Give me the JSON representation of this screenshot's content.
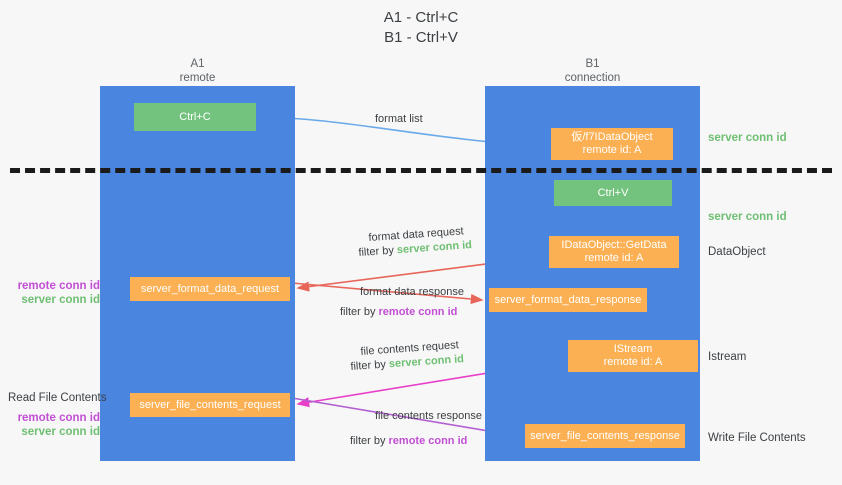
{
  "title": {
    "line1": "A1 - Ctrl+C",
    "line2": "B1 - Ctrl+V"
  },
  "columns": {
    "left": {
      "name": "A1",
      "role": "remote"
    },
    "right": {
      "name": "B1",
      "role": "connection"
    }
  },
  "nodes": {
    "ctrl_c": {
      "label": "Ctrl+C",
      "color": "#73c37e"
    },
    "data_object": {
      "line1": "仮/f7IDataObject",
      "line2": "remote id: A",
      "color": "#fbb054"
    },
    "ctrl_v": {
      "label": "Ctrl+V",
      "color": "#73c37e"
    },
    "get_data": {
      "line1": "IDataObject::GetData",
      "line2": "remote id: A",
      "color": "#fbb054"
    },
    "istream": {
      "line1": "IStream",
      "line2": "remote id: A",
      "color": "#fbb054"
    },
    "server_format_data_request": {
      "label": "server_format_data_request",
      "color": "#fbb054"
    },
    "server_format_data_response": {
      "label": "server_format_data_response",
      "color": "#fbb054"
    },
    "server_file_contents_request": {
      "label": "server_file_contents_request",
      "color": "#fbb054"
    },
    "server_file_contents_response": {
      "label": "server_file_contents_response",
      "color": "#fbb054"
    }
  },
  "edges": {
    "format_list": "format list",
    "format_data_request": "format data request",
    "format_data_request_filter_prefix": "filter by ",
    "format_data_request_filter_key": "server conn id",
    "format_data_response": "format data response",
    "format_data_response_filter_prefix": "filter by ",
    "format_data_response_filter_key": "remote conn id",
    "file_contents_request": "file contents request",
    "file_contents_request_filter_prefix": "filter by ",
    "file_contents_request_filter_key": "server conn id",
    "file_contents_response": "file contents response",
    "file_contents_response_filter_prefix": "filter by ",
    "file_contents_response_filter_key": "remote conn id"
  },
  "annotations": {
    "server_conn_id_top": "server conn id",
    "server_conn_id_mid": "server conn id",
    "data_object": "DataObject",
    "istream": "Istream",
    "write_file_contents": "Write File Contents",
    "read_file_contents": "Read File Contents",
    "remote_conn_id_a": "remote conn id",
    "server_conn_id_a": "server conn id",
    "remote_conn_id_b": "remote conn id",
    "server_conn_id_b": "server conn id"
  },
  "colors": {
    "lane": "#4a86e0",
    "green": "#73c37e",
    "orange": "#fbb054",
    "green_text": "#6fbf73",
    "purple_text": "#c24fd4",
    "arrow_blue": "#6aa9e9",
    "arrow_red": "#e8655a",
    "arrow_black": "#1b1b1b",
    "arrow_magenta": "#e83fc8",
    "arrow_purple": "#b25fd0",
    "background": "#f7f7f7"
  }
}
